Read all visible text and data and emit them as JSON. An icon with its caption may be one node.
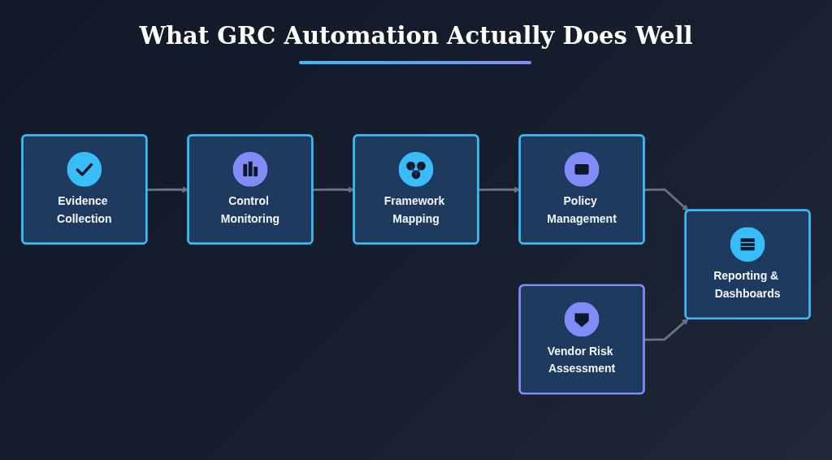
{
  "diagram": {
    "title": "What GRC Automation Actually Does Well",
    "nodes": [
      {
        "text": [
          "Evidence Collection"
        ]
      },
      {
        "text": [
          "Control Monitoring"
        ]
      },
      {
        "text": [
          "Framework Mapping"
        ]
      },
      {
        "text": [
          "Policy Management"
        ]
      },
      {
        "text": [
          "Vendor Risk Assessment"
        ]
      },
      {
        "text": [
          "Reporting & Dashboards"
        ]
      }
    ],
    "edges": [
      {
        "from": 0,
        "to": 1,
        "arrow": "to"
      },
      {
        "from": 1,
        "to": 2,
        "arrow": "to"
      },
      {
        "from": 2,
        "to": 3,
        "arrow": "to"
      },
      {
        "from": 3,
        "to": 5,
        "arrow": "to"
      },
      {
        "from": 4,
        "to": 5,
        "arrow": "to"
      }
    ]
  }
}
